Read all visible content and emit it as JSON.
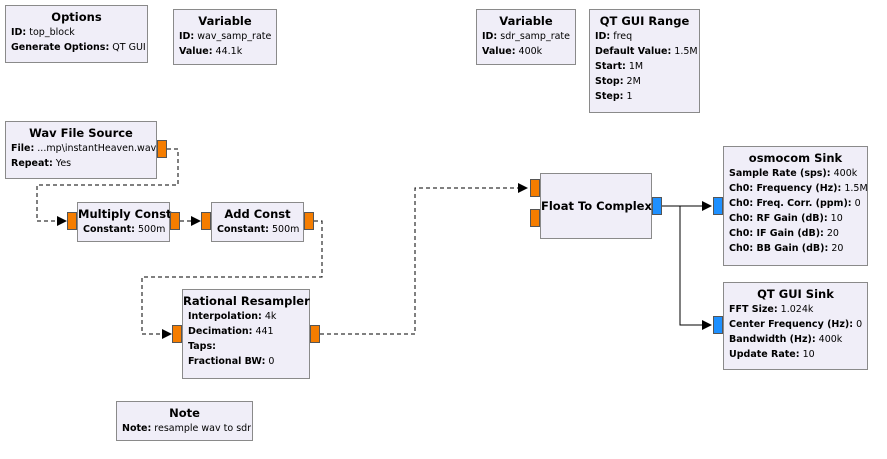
{
  "colors": {
    "block_fill": "#f0eef8",
    "block_border": "#8a8a8a",
    "port_float": "#f57d00",
    "port_complex": "#1e90ff",
    "wire": "#000000"
  },
  "blocks": {
    "options": {
      "title": "Options",
      "params": [
        {
          "key": "ID:",
          "value": "top_block"
        },
        {
          "key": "Generate Options:",
          "value": "QT GUI"
        }
      ]
    },
    "variable_wav": {
      "title": "Variable",
      "params": [
        {
          "key": "ID:",
          "value": "wav_samp_rate"
        },
        {
          "key": "Value:",
          "value": "44.1k"
        }
      ]
    },
    "variable_sdr": {
      "title": "Variable",
      "params": [
        {
          "key": "ID:",
          "value": "sdr_samp_rate"
        },
        {
          "key": "Value:",
          "value": "400k"
        }
      ]
    },
    "qt_gui_range": {
      "title": "QT GUI Range",
      "params": [
        {
          "key": "ID:",
          "value": "freq"
        },
        {
          "key": "Default Value:",
          "value": "1.5M"
        },
        {
          "key": "Start:",
          "value": "1M"
        },
        {
          "key": "Stop:",
          "value": "2M"
        },
        {
          "key": "Step:",
          "value": "1"
        }
      ]
    },
    "wav_file_source": {
      "title": "Wav File Source",
      "params": [
        {
          "key": "File:",
          "value": "...mp\\instantHeaven.wav"
        },
        {
          "key": "Repeat:",
          "value": "Yes"
        }
      ]
    },
    "multiply_const": {
      "title": "Multiply Const",
      "params": [
        {
          "key": "Constant:",
          "value": "500m"
        }
      ]
    },
    "add_const": {
      "title": "Add Const",
      "params": [
        {
          "key": "Constant:",
          "value": "500m"
        }
      ]
    },
    "rational_resampler": {
      "title": "Rational Resampler",
      "params": [
        {
          "key": "Interpolation:",
          "value": "4k"
        },
        {
          "key": "Decimation:",
          "value": "441"
        },
        {
          "key": "Taps:",
          "value": ""
        },
        {
          "key": "Fractional BW:",
          "value": "0"
        }
      ]
    },
    "float_to_complex": {
      "title": "Float To Complex",
      "params": []
    },
    "osmocom_sink": {
      "title": "osmocom Sink",
      "params": [
        {
          "key": "Sample Rate (sps):",
          "value": "400k"
        },
        {
          "key": "Ch0: Frequency (Hz):",
          "value": "1.5M"
        },
        {
          "key": "Ch0: Freq. Corr. (ppm):",
          "value": "0"
        },
        {
          "key": "Ch0: RF Gain (dB):",
          "value": "10"
        },
        {
          "key": "Ch0: IF Gain (dB):",
          "value": "20"
        },
        {
          "key": "Ch0: BB Gain (dB):",
          "value": "20"
        }
      ]
    },
    "qt_gui_sink": {
      "title": "QT GUI Sink",
      "params": [
        {
          "key": "FFT Size:",
          "value": "1.024k"
        },
        {
          "key": "Center Frequency (Hz):",
          "value": "0"
        },
        {
          "key": "Bandwidth (Hz):",
          "value": "400k"
        },
        {
          "key": "Update Rate:",
          "value": "10"
        }
      ]
    },
    "note": {
      "title": "Note",
      "params": [
        {
          "key": "Note:",
          "value": "resample wav to sdr"
        }
      ]
    }
  }
}
